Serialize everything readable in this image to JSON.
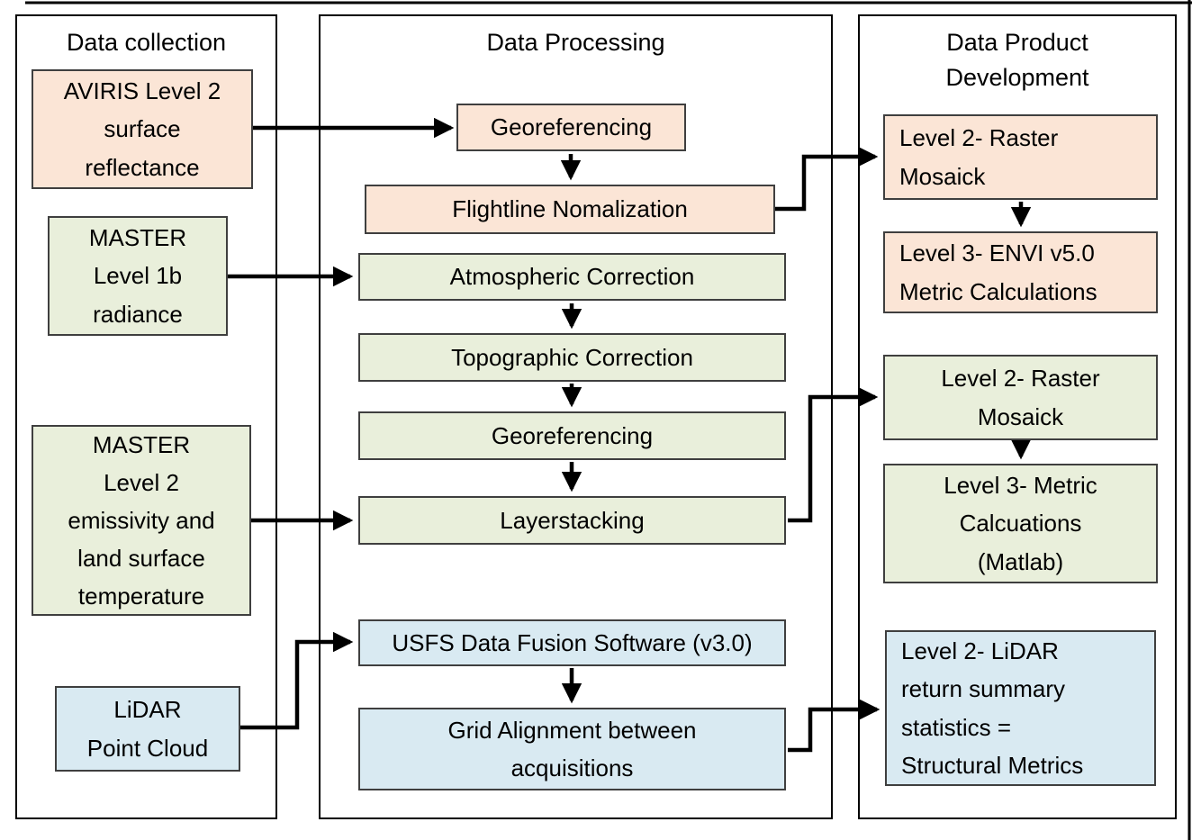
{
  "colors": {
    "peach": "#FBE5D6",
    "green": "#E9EFDB",
    "blue": "#D9EAF2",
    "box_border": "#3F3F3F",
    "column_border": "#000000",
    "arrow": "#000000"
  },
  "columns": {
    "collection": {
      "title": "Data collection"
    },
    "processing": {
      "title": "Data Processing"
    },
    "product": {
      "title_line1": "Data Product",
      "title_line2": "Development"
    }
  },
  "nodes": {
    "aviris": {
      "lines": [
        "AVIRIS Level 2",
        "surface",
        "reflectance"
      ]
    },
    "master1b": {
      "lines": [
        "MASTER",
        "Level 1b",
        "radiance"
      ]
    },
    "master2": {
      "lines": [
        "MASTER",
        "Level 2",
        "emissivity and",
        "land surface",
        "temperature"
      ]
    },
    "lidar": {
      "lines": [
        "LiDAR",
        "Point Cloud"
      ]
    },
    "georef1": {
      "lines": [
        "Georeferencing"
      ]
    },
    "flightline": {
      "lines": [
        "Flightline Nomalization"
      ]
    },
    "atmos": {
      "lines": [
        "Atmospheric Correction"
      ]
    },
    "topo": {
      "lines": [
        "Topographic Correction"
      ]
    },
    "georef2": {
      "lines": [
        "Georeferencing"
      ]
    },
    "layerstack": {
      "lines": [
        "Layerstacking"
      ]
    },
    "usfs": {
      "lines": [
        "USFS Data Fusion Software (v3.0)"
      ]
    },
    "grid": {
      "lines": [
        "Grid Alignment between",
        "acquisitions"
      ]
    },
    "raster_peach": {
      "lines": [
        "Level 2- Raster",
        "Mosaick"
      ]
    },
    "envi": {
      "lines": [
        "Level 3- ENVI v5.0",
        "Metric Calculations"
      ]
    },
    "raster_green": {
      "lines": [
        "Level 2- Raster",
        "Mosaick"
      ]
    },
    "metric_matlab": {
      "lines": [
        "Level 3- Metric",
        "Calcuations",
        "(Matlab)"
      ]
    },
    "lidar_metrics": {
      "lines": [
        "Level 2- LiDAR",
        "return summary",
        "statistics =",
        "Structural Metrics"
      ]
    }
  }
}
